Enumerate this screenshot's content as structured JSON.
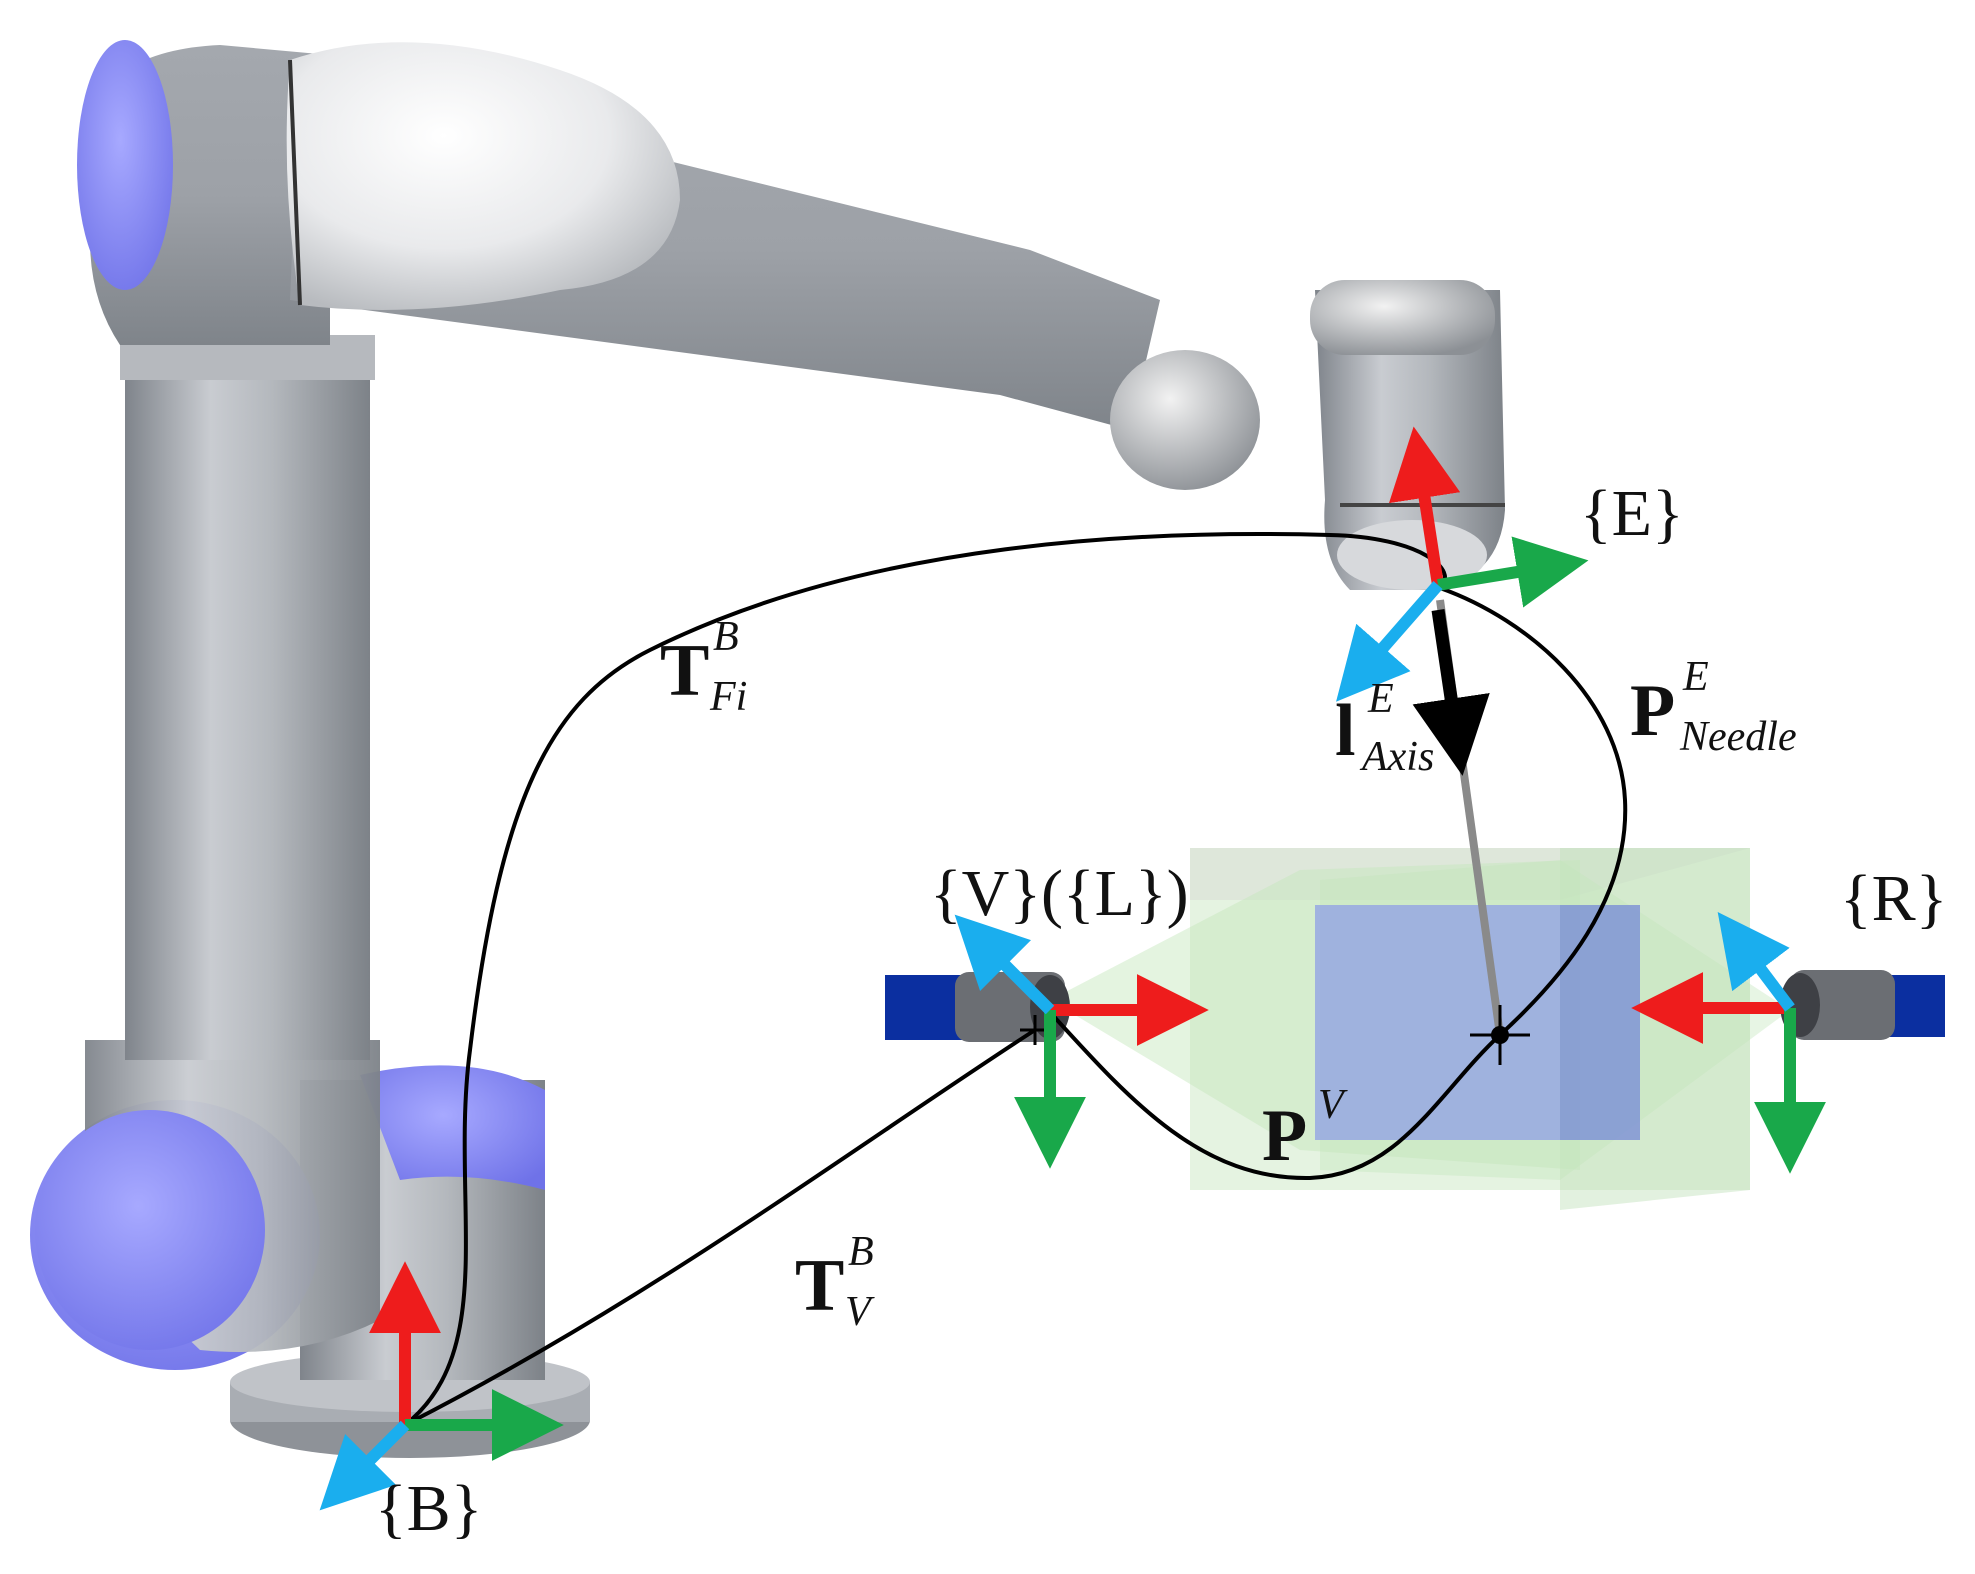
{
  "frames": {
    "base": "{B}",
    "end_effector": "{E}",
    "vision": "{V}({L})",
    "right": "{R}"
  },
  "transforms": {
    "t_fi_b": {
      "base": "T",
      "sup": "B",
      "sub": "Fi"
    },
    "t_v_b": {
      "base": "T",
      "sup": "B",
      "sub": "V"
    },
    "p_needle_e": {
      "base": "P",
      "sup": "E",
      "sub": "Needle"
    },
    "l_axis_e": {
      "base": "l",
      "sup": "E",
      "sub": "Axis"
    },
    "p_v": {
      "base": "P",
      "sup": "V"
    }
  },
  "colors": {
    "x_axis": "#ee1c1c",
    "y_axis": "#19a84a",
    "z_axis": "#1aaeee",
    "robot_body": "#a9adb3",
    "robot_accent": "#8a8cf0",
    "workspace_green": "#cfe9c8",
    "target_cube": "#8f9fe6",
    "camera_mount": "#0b2fa0"
  }
}
